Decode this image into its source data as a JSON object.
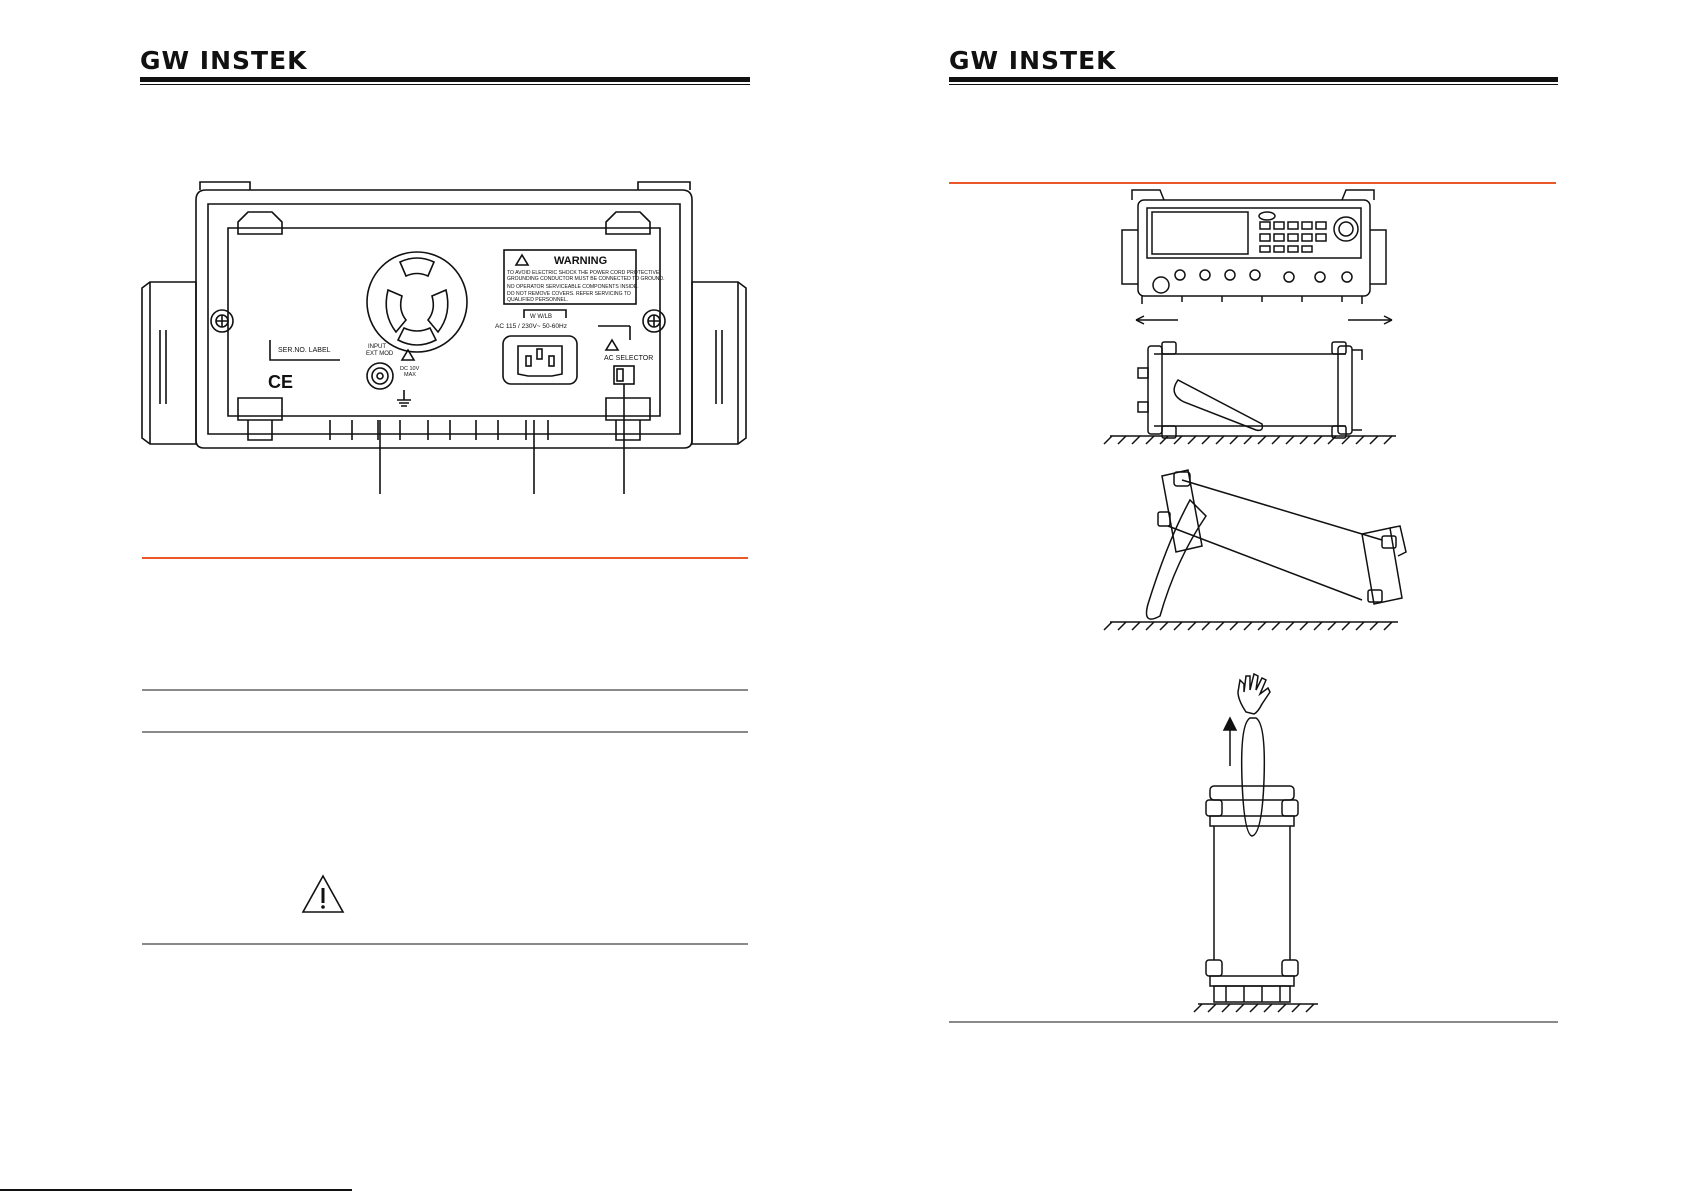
{
  "left_page": {
    "brand": "GW INSTEK",
    "rear_panel": {
      "warning_title": "WARNING",
      "warning_lines": [
        "TO AVOID ELECTRIC SHOCK THE POWER CORD PROTECTIVE",
        "GROUNDING CONDUCTOR MUST BE CONNECTED TO GROUND.",
        "NO OPERATOR SERVICEABLE COMPONENTS INSIDE.",
        "DO NOT REMOVE COVERS. REFER SERVICING TO",
        "QUALIFIED PERSONNEL."
      ],
      "fuse_label": "W W/LB",
      "ac_rating": "AC  115 / 230V~  50-60Hz",
      "serial_label": "SER.NO. LABEL",
      "ce_mark": "CE",
      "input_label_1": "INPUT",
      "input_label_2": "EXT MOD",
      "dc_label_1": "DC 10V",
      "dc_label_2": "MAX",
      "ac_selector_label": "AC SELECTOR"
    }
  },
  "right_page": {
    "brand": "GW INSTEK"
  }
}
